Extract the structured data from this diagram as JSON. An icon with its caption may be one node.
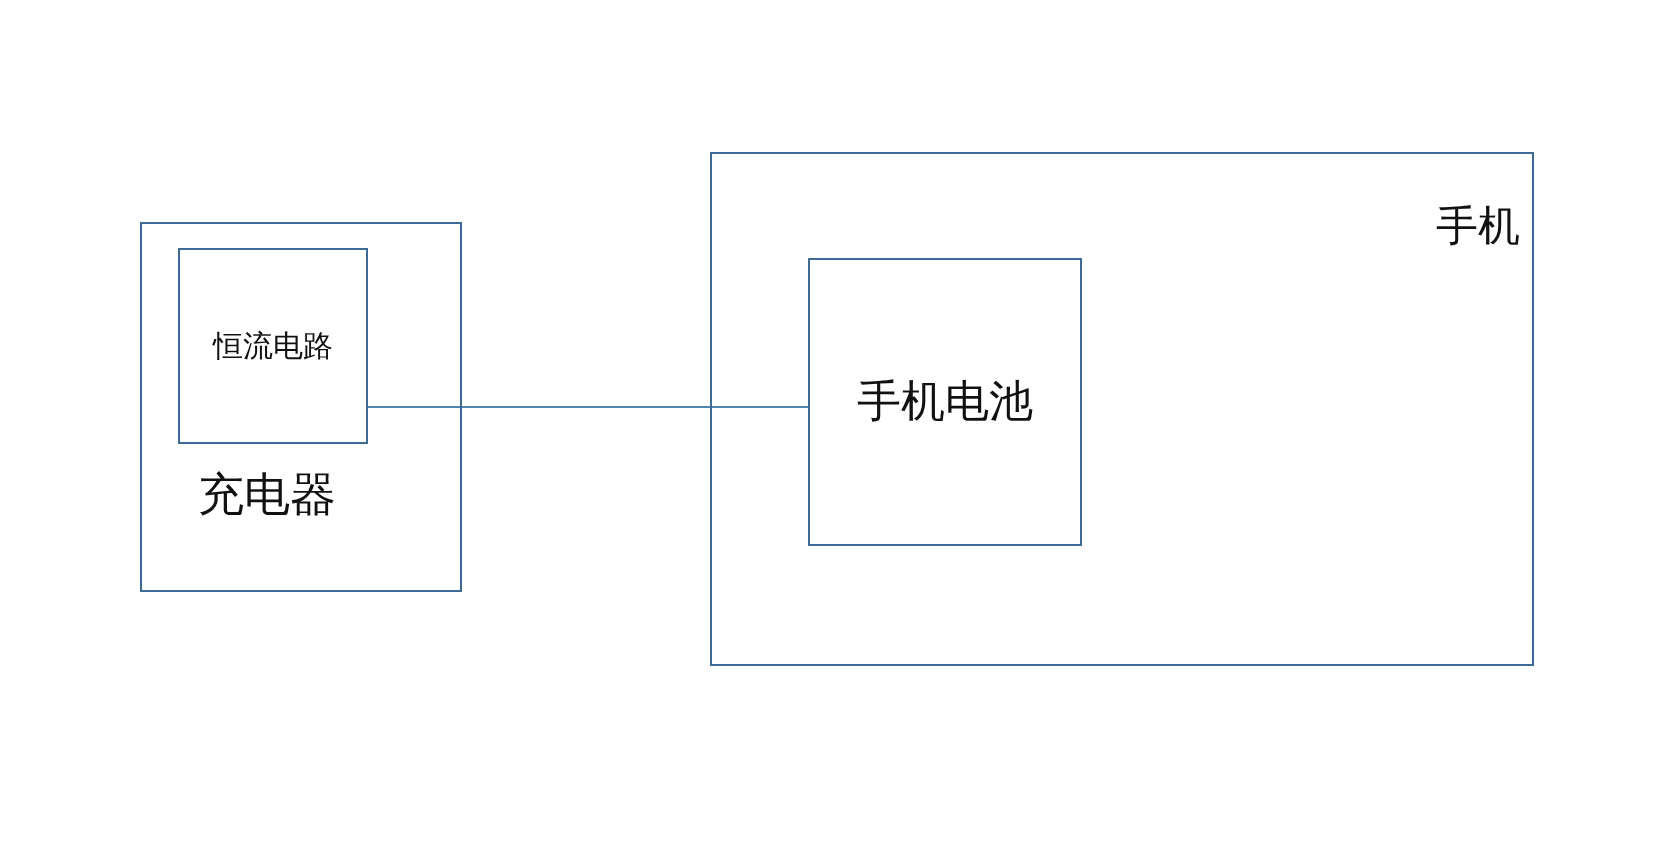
{
  "diagram": {
    "nodes": [
      {
        "text": [
          "充电器"
        ]
      },
      {
        "text": [
          "恒流电路"
        ],
        "in": 0
      },
      {
        "text": [
          "手机"
        ]
      },
      {
        "text": [
          "手机电池"
        ],
        "in": 2
      }
    ],
    "edges": [
      {
        "from": 1,
        "to": 3,
        "arrow": "none"
      }
    ]
  }
}
